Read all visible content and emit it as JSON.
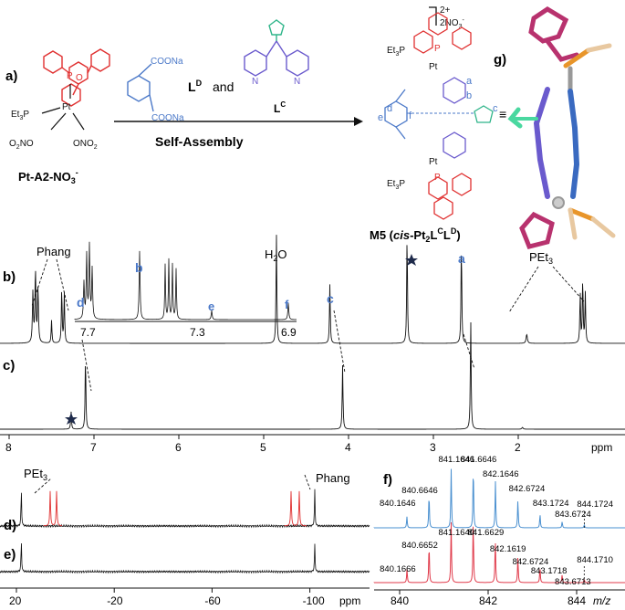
{
  "colors": {
    "red": "#e03030",
    "blue": "#4a78c8",
    "green": "#2fb58a",
    "magenta": "#b8326e",
    "orange": "#e8952a",
    "black": "#111111",
    "ms_blue": "#4a90d0",
    "ms_red": "#e03a4a"
  },
  "panel_a": {
    "label": "a)",
    "compound_name": "Pt-A2-NO",
    "compound_sub": "3",
    "compound_sup": "-",
    "pet3": "Et",
    "pet3_p": "P",
    "onoa": "O",
    "ligand_d": "L",
    "ligand_d_sup": "D",
    "and_text": "and",
    "ligand_c": "L",
    "ligand_c_sup": "C",
    "coona_top": "COONa",
    "coona_bot": "COONa",
    "arrow_text": "Self-Assembly"
  },
  "product": {
    "charge": "2+",
    "counter": "2NO",
    "counter_sub": "3",
    "counter_sup": "-",
    "name_prefix": "M5 (",
    "name_cis": "cis",
    "name_main": "-Pt",
    "name_rest": "L",
    "name_sup1": "C",
    "name_sup2": "D",
    "name_close": ")",
    "atom_labels": [
      "a",
      "b",
      "c",
      "d",
      "e",
      "f"
    ],
    "equiv": "≡"
  },
  "panel_g": {
    "label": "g)"
  },
  "nmr_h": {
    "panel_b": "b)",
    "panel_c": "c)",
    "phang": "Phang",
    "h2o": "H",
    "h2o_sub": "2",
    "h2o_o": "O",
    "pet3": "PEt",
    "pet3_sub": "3",
    "peak_labels": [
      "a",
      "b",
      "c",
      "d",
      "e",
      "f"
    ],
    "inset_ticks": [
      "7.7",
      "7.3",
      "6.9"
    ],
    "axis_ticks": [
      "8",
      "7",
      "6",
      "5",
      "4",
      "3",
      "2"
    ],
    "axis_unit": "ppm"
  },
  "nmr_p": {
    "panel_d": "d)",
    "panel_e": "e)",
    "pet3": "PEt",
    "pet3_sub": "3",
    "phang": "Phang",
    "axis_ticks": [
      "20",
      "-20",
      "-60",
      "-100"
    ],
    "axis_unit": "ppm"
  },
  "ms": {
    "panel_f": "f)",
    "top_labels": [
      "840.1646",
      "840.6646",
      "841.1646",
      "841.6646",
      "842.1646",
      "842.6724",
      "843.1724",
      "843.6724",
      "844.1724"
    ],
    "bottom_labels": [
      "840.1666",
      "840.6652",
      "841.1640",
      "841.6629",
      "842.1619",
      "842.6724",
      "843.1718",
      "843.6713",
      "844.1710"
    ],
    "axis_ticks": [
      "840",
      "842",
      "844"
    ],
    "axis_unit": "m/z"
  }
}
